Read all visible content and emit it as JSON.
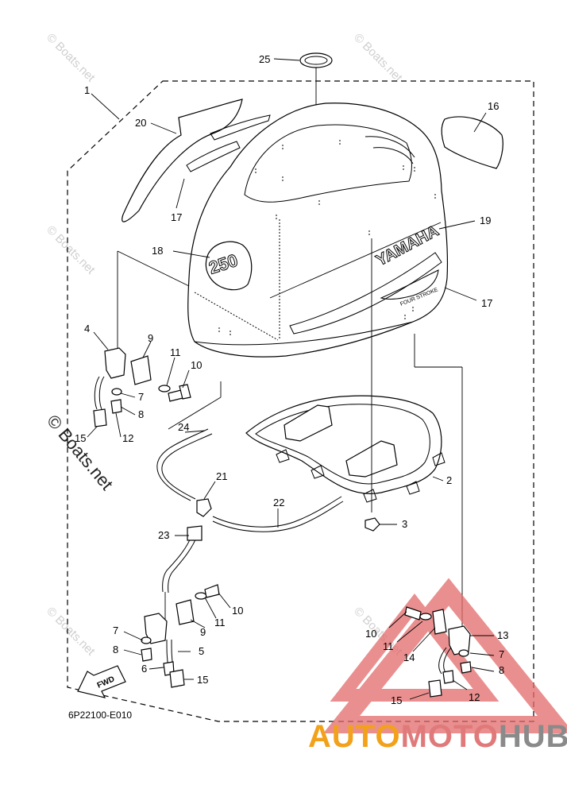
{
  "diagram_code": "6P22100-E010",
  "fwd_label": "FWD",
  "watermark_small": "© Boats.net",
  "watermark_large": "© Boats.net",
  "cowling_logo": "YAMAHA",
  "cowling_badge": "250",
  "cowling_decal": "FOUR STROKE",
  "brand_logo": {
    "part1": "AUTO",
    "part2": "MOTO",
    "part3": "HUB"
  },
  "colors": {
    "logo_orange": "#f2a11a",
    "logo_red": "#e07a7a",
    "logo_grey": "#8a8a8a",
    "triangle_red": "#e46a6a"
  },
  "callouts": {
    "c1": "1",
    "c2": "2",
    "c3": "3",
    "c4": "4",
    "c5": "5",
    "c6": "6",
    "c7a": "7",
    "c7b": "7",
    "c7c": "7",
    "c8a": "8",
    "c8b": "8",
    "c8c": "8",
    "c9a": "9",
    "c9b": "9",
    "c10a": "10",
    "c10b": "10",
    "c10c": "10",
    "c11a": "11",
    "c11b": "11",
    "c11c": "11",
    "c12a": "12",
    "c12b": "12",
    "c13": "13",
    "c14": "14",
    "c15a": "15",
    "c15b": "15",
    "c15c": "15",
    "c16": "16",
    "c17a": "17",
    "c17b": "17",
    "c18": "18",
    "c19": "19",
    "c20": "20",
    "c21": "21",
    "c22": "22",
    "c23": "23",
    "c24": "24",
    "c25": "25"
  }
}
